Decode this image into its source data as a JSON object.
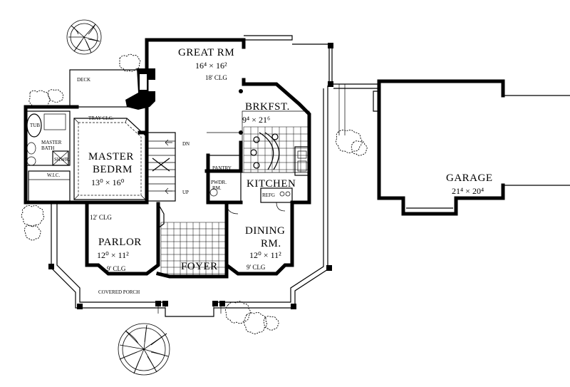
{
  "rooms": {
    "great_room": {
      "name": "GREAT RM",
      "dim": "16⁴ × 16²",
      "clg": "18' CLG"
    },
    "breakfast": {
      "name": "BRKFST.",
      "dim": "9⁴ × 21⁶"
    },
    "master_bedroom": {
      "name_line1": "MASTER",
      "name_line2": "BEDRM",
      "dim": "13⁰ × 16⁰",
      "clg": "12' CLG"
    },
    "kitchen": {
      "name": "KITCHEN"
    },
    "garage": {
      "name": "GARAGE",
      "dim": "21⁴ × 20⁴"
    },
    "parlor": {
      "name": "PARLOR",
      "dim": "12⁰ × 11²",
      "clg": "9' CLG"
    },
    "dining": {
      "name_line1": "DINING",
      "name_line2": "RM.",
      "dim": "12⁰ × 11²",
      "clg": "9' CLG"
    },
    "foyer": {
      "name": "FOYER"
    }
  },
  "labels": {
    "deck": "DECK",
    "tray_clg": "TRAY CLG.",
    "tub": "TUB",
    "master_bath_line1": "MASTER",
    "master_bath_line2": "BATH",
    "shwr": "SHWR.",
    "wic": "W.I.C.",
    "pantry": "PANTRY",
    "pwdr_line1": "PWDR.",
    "pwdr_line2": "RM.",
    "refg": "REFG",
    "dn": "DN",
    "up": "UP",
    "covered_porch": "COVERED PORCH"
  }
}
